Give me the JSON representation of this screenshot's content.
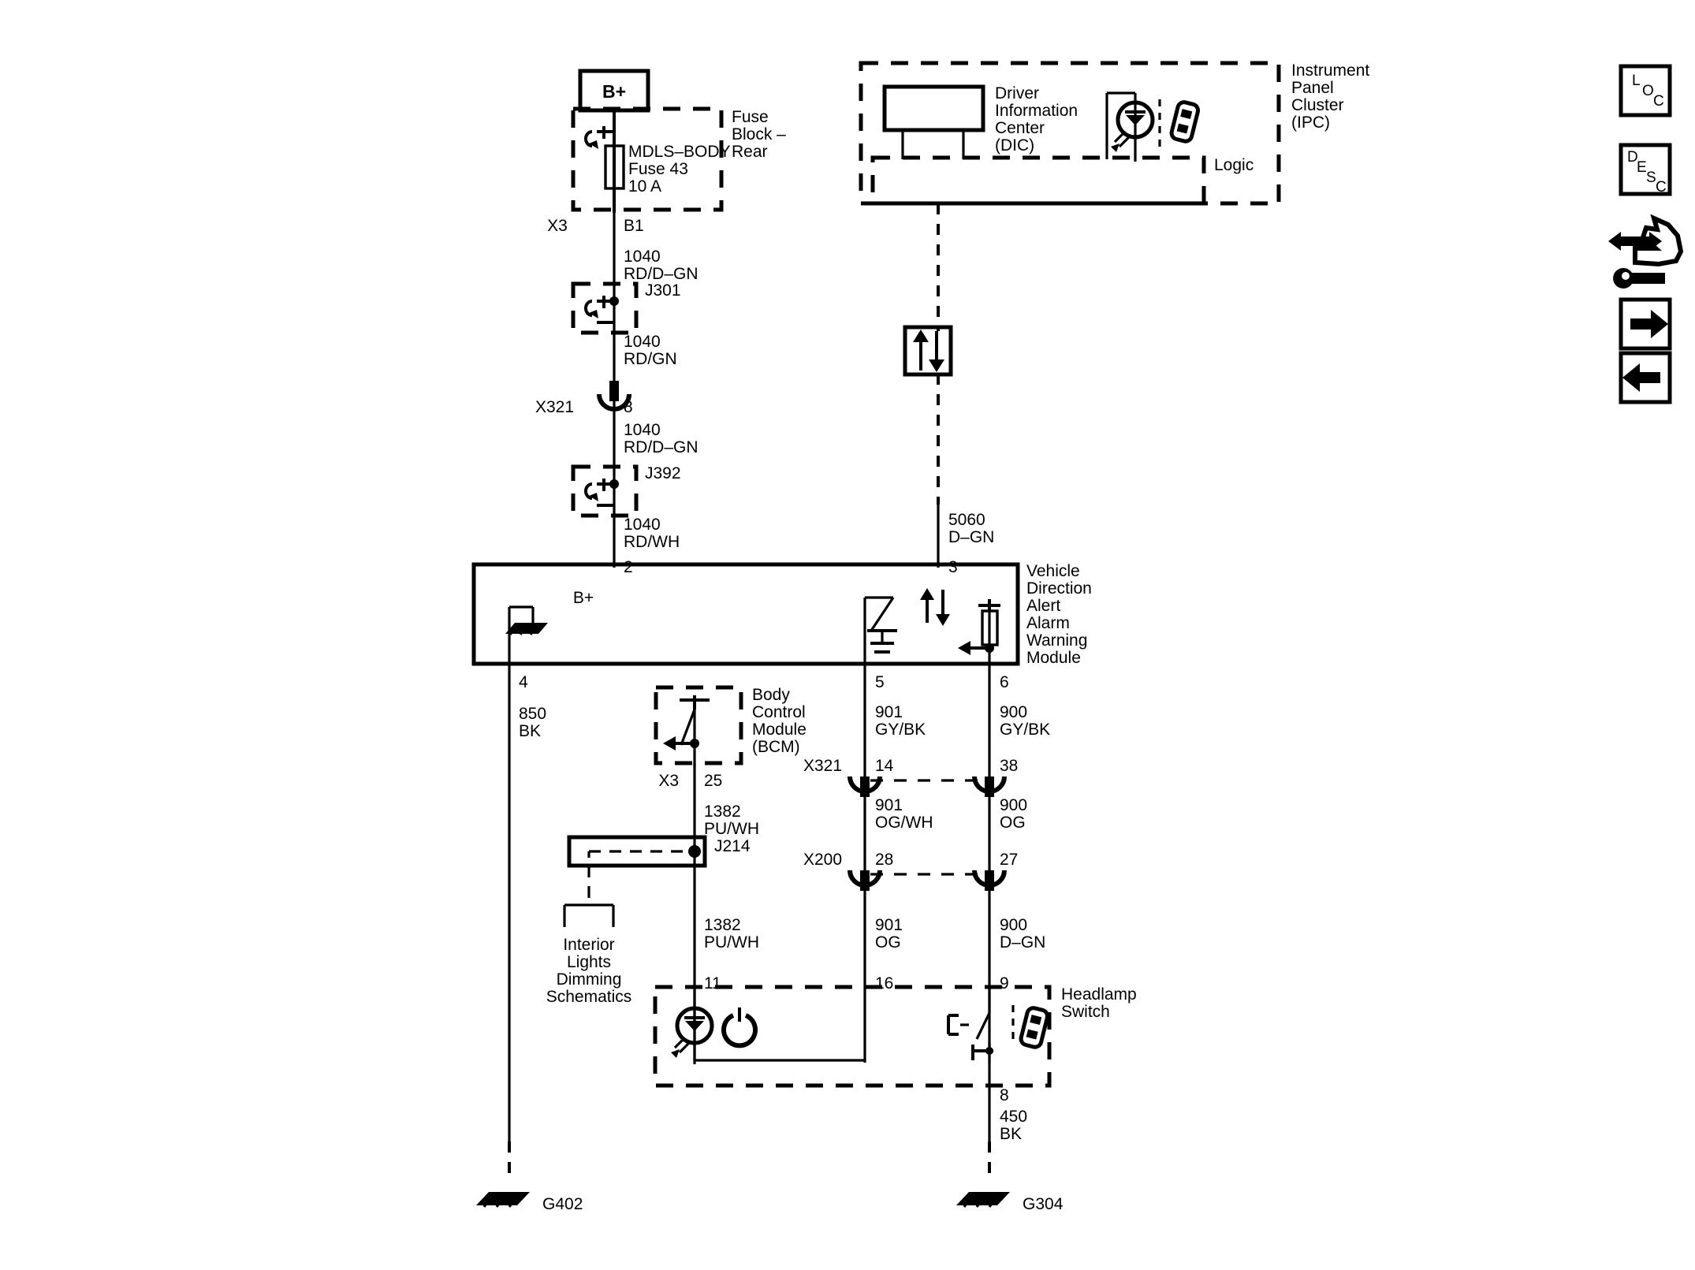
{
  "document": {
    "type": "automotive-wiring-schematic",
    "title": "Vehicle Direction Alert Alarm Warning Module Schematic"
  },
  "toolbar": {
    "buttons": [
      {
        "name": "loc",
        "label": "LOC",
        "letters": [
          "L",
          "O",
          "C"
        ]
      },
      {
        "name": "desc",
        "label": "DESC",
        "letters": [
          "D",
          "E",
          "S",
          "C"
        ]
      },
      {
        "name": "hand-wrench-tool",
        "label": "Hand Tool"
      },
      {
        "name": "next",
        "label": "Next"
      },
      {
        "name": "previous",
        "label": "Previous"
      }
    ]
  },
  "power": {
    "source_label": "B+"
  },
  "blocks": {
    "fuse_block": {
      "title_lines": [
        "Fuse",
        "Block –",
        "Rear"
      ],
      "fuse_lines": [
        "MDLS–BODY",
        "Fuse 43",
        "10 A"
      ],
      "connector": "X3",
      "terminal": "B1"
    },
    "ipc": {
      "title_lines": [
        "Instrument",
        "Panel",
        "Cluster",
        "(IPC)"
      ],
      "dic_lines": [
        "Driver",
        "Information",
        "Center",
        "(DIC)"
      ],
      "logic_label": "Logic"
    },
    "module": {
      "title_lines": [
        "Vehicle",
        "Direction",
        "Alert",
        "Alarm",
        "Warning",
        "Module"
      ],
      "internal_label": "B+"
    },
    "bcm": {
      "title_lines": [
        "Body",
        "Control",
        "Module",
        "(BCM)"
      ],
      "connector": "X3",
      "terminal": "25"
    },
    "headlamp_switch": {
      "title_lines": [
        "Headlamp",
        "Switch"
      ]
    }
  },
  "splices": {
    "j301": "J301",
    "j392": "J392",
    "j214": "J214"
  },
  "references": {
    "interior_lights": [
      "Interior",
      "Lights",
      "Dimming",
      "Schematics"
    ]
  },
  "grounds": [
    {
      "name": "g402",
      "label": "G402"
    },
    {
      "name": "g304",
      "label": "G304"
    }
  ],
  "wires": [
    {
      "id": "w1",
      "number": "1040",
      "color": "RD/D–GN"
    },
    {
      "id": "w2",
      "number": "1040",
      "color": "RD/GN"
    },
    {
      "id": "w3",
      "number": "1040",
      "color": "RD/D–GN"
    },
    {
      "id": "w4",
      "number": "1040",
      "color": "RD/WH"
    },
    {
      "id": "w5",
      "number": "5060",
      "color": "D–GN"
    },
    {
      "id": "w6",
      "number": "850",
      "color": "BK"
    },
    {
      "id": "w7",
      "number": "1382",
      "color": "PU/WH"
    },
    {
      "id": "w8",
      "number": "1382",
      "color": "PU/WH"
    },
    {
      "id": "w9",
      "number": "901",
      "color": "GY/BK"
    },
    {
      "id": "w10",
      "number": "900",
      "color": "GY/BK"
    },
    {
      "id": "w11",
      "number": "901",
      "color": "OG/WH"
    },
    {
      "id": "w12",
      "number": "900",
      "color": "OG"
    },
    {
      "id": "w13",
      "number": "901",
      "color": "OG"
    },
    {
      "id": "w14",
      "number": "900",
      "color": "D–GN"
    },
    {
      "id": "w15",
      "number": "450",
      "color": "BK"
    }
  ],
  "connectors": [
    {
      "id": "c1",
      "name": "X321",
      "pin": "8"
    },
    {
      "id": "c2",
      "name": "X321",
      "pin": "14"
    },
    {
      "id": "c3",
      "name": "X321",
      "pin": "38"
    },
    {
      "id": "c4",
      "name": "X200",
      "pin": "28"
    },
    {
      "id": "c5",
      "name": "X200",
      "pin": "27"
    }
  ],
  "pins": {
    "module_2": "2",
    "module_3": "3",
    "module_4": "4",
    "module_5": "5",
    "module_6": "6",
    "switch_11": "11",
    "switch_16": "16",
    "switch_9": "9",
    "switch_8": "8"
  }
}
